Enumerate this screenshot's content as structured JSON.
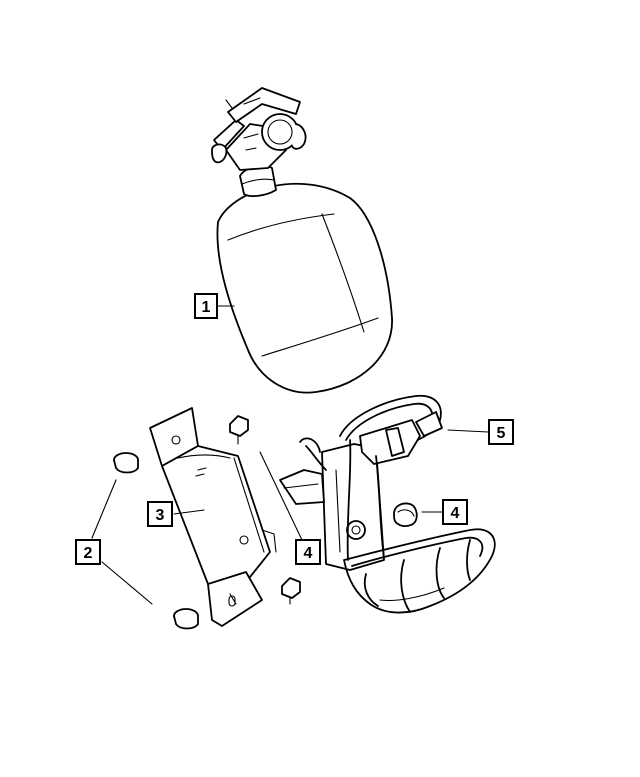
{
  "callouts": [
    {
      "id": "c1",
      "label": "1"
    },
    {
      "id": "c2",
      "label": "2"
    },
    {
      "id": "c3",
      "label": "3"
    },
    {
      "id": "c4a",
      "label": "4"
    },
    {
      "id": "c4b",
      "label": "4"
    },
    {
      "id": "c5",
      "label": "5"
    }
  ],
  "colors": {
    "ink": "#000000",
    "paper": "#ffffff"
  }
}
